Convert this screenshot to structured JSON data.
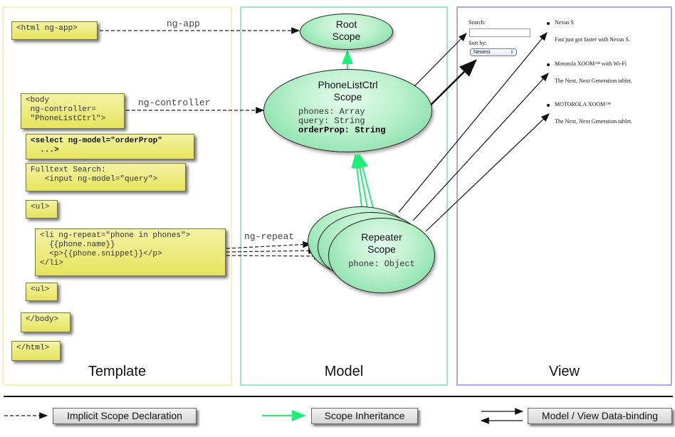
{
  "panels": {
    "template": "Template",
    "model": "Model",
    "view": "View"
  },
  "template": {
    "html_open": "<html ng-app>",
    "body_open": "<body\n ng-controller=\n \"PhoneListCtrl\">",
    "select": "<select ng-model=\"orderProp\"\n  ...>",
    "search": "Fulltext Search:\n   <input ng-model=\"query\">",
    "ul_open": "<ul>",
    "li_repeat": "<li ng-repeat=\"phone in phones\">\n  {{phone.name}}\n  <p>{{phone.snippet}}</p>\n</li>",
    "ul_close": "<ul>",
    "body_close": "</body>",
    "html_close": "</html>"
  },
  "model": {
    "root_scope": {
      "title_line1": "Root",
      "title_line2": "Scope"
    },
    "controller_scope": {
      "title_line1": "PhoneListCtrl",
      "title_line2": "Scope",
      "prop1": "phones: Array",
      "prop2": "query: String",
      "prop3": "orderProp: String"
    },
    "repeater_scope": {
      "title_line1": "Repeater",
      "title_line2": "Scope",
      "prop": "phone: Object"
    }
  },
  "edges": {
    "ng_app": "ng-app",
    "ng_controller": "ng-controller",
    "ng_repeat": "ng-repeat"
  },
  "view": {
    "search_label": "Search:",
    "sort_label": "Sort by:",
    "sort_value": "Newest",
    "phones": [
      {
        "name": "Nexus S",
        "snippet": "Fast just got faster with Nexus S."
      },
      {
        "name": "Motorola XOOM™ with Wi-Fi",
        "snippet": "The Next, Next Generation tablet."
      },
      {
        "name": "MOTOROLA XOOM™",
        "snippet": "The Next, Next Generation tablet."
      }
    ]
  },
  "legend": {
    "implicit": "Implicit Scope Declaration",
    "inheritance": "Scope Inheritance",
    "binding": "Model / View Data-binding"
  },
  "colors": {
    "inheritance_arrow": "#22ee77",
    "template_border": "#f5f3b8",
    "model_border": "#9fe8c2",
    "view_border": "#a9a9ea"
  }
}
